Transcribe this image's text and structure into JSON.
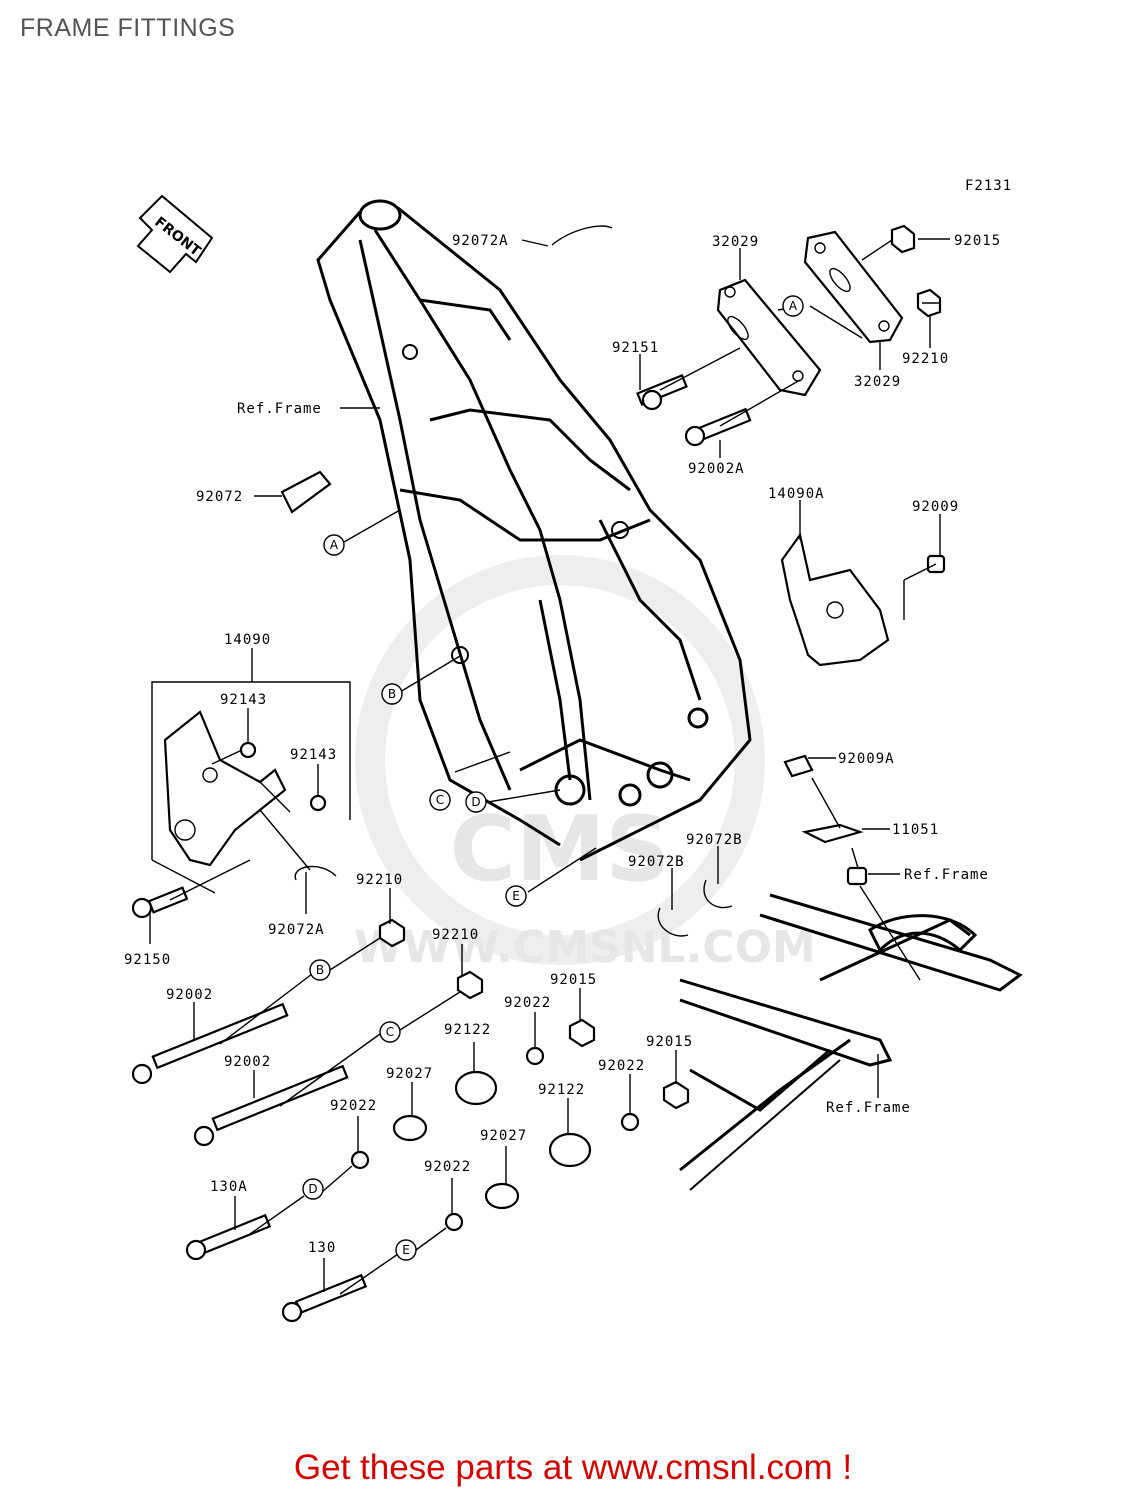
{
  "page": {
    "title": "FRAME FITTINGS",
    "figure_code": "F2131",
    "front_arrow": "FRONT",
    "footer": "Get these parts at www.cmsnl.com !",
    "watermark": "WWW.CMSNL.COM",
    "watermark_logo": "CMS"
  },
  "parts": [
    {
      "id": "92072A",
      "label": "92072A"
    },
    {
      "id": "32029",
      "label": "32029"
    },
    {
      "id": "92015",
      "label": "92015"
    },
    {
      "id": "92151",
      "label": "92151"
    },
    {
      "id": "92210",
      "label": "92210"
    },
    {
      "id": "32029b",
      "label": "32029"
    },
    {
      "id": "ref-frame",
      "label": "Ref.Frame"
    },
    {
      "id": "92002A",
      "label": "92002A"
    },
    {
      "id": "92072",
      "label": "92072"
    },
    {
      "id": "14090A",
      "label": "14090A"
    },
    {
      "id": "92009",
      "label": "92009"
    },
    {
      "id": "14090",
      "label": "14090"
    },
    {
      "id": "92143",
      "label": "92143"
    },
    {
      "id": "92143b",
      "label": "92143"
    },
    {
      "id": "92009A",
      "label": "92009A"
    },
    {
      "id": "11051",
      "label": "11051"
    },
    {
      "id": "92072B",
      "label": "92072B"
    },
    {
      "id": "92072Bb",
      "label": "92072B"
    },
    {
      "id": "ref-frame-b",
      "label": "Ref.Frame"
    },
    {
      "id": "92210b",
      "label": "92210"
    },
    {
      "id": "92072Ab",
      "label": "92072A"
    },
    {
      "id": "92150",
      "label": "92150"
    },
    {
      "id": "92210c",
      "label": "92210"
    },
    {
      "id": "92015b",
      "label": "92015"
    },
    {
      "id": "92002",
      "label": "92002"
    },
    {
      "id": "92022",
      "label": "92022"
    },
    {
      "id": "92122",
      "label": "92122"
    },
    {
      "id": "92015c",
      "label": "92015"
    },
    {
      "id": "92002b",
      "label": "92002"
    },
    {
      "id": "92027",
      "label": "92027"
    },
    {
      "id": "92022b",
      "label": "92022"
    },
    {
      "id": "92122b",
      "label": "92122"
    },
    {
      "id": "92022c",
      "label": "92022"
    },
    {
      "id": "ref-frame-c",
      "label": "Ref.Frame"
    },
    {
      "id": "92027b",
      "label": "92027"
    },
    {
      "id": "130A",
      "label": "130A"
    },
    {
      "id": "92022d",
      "label": "92022"
    },
    {
      "id": "130",
      "label": "130"
    }
  ],
  "callouts": [
    "A",
    "A",
    "B",
    "B",
    "C",
    "C",
    "D",
    "D",
    "E",
    "E"
  ]
}
